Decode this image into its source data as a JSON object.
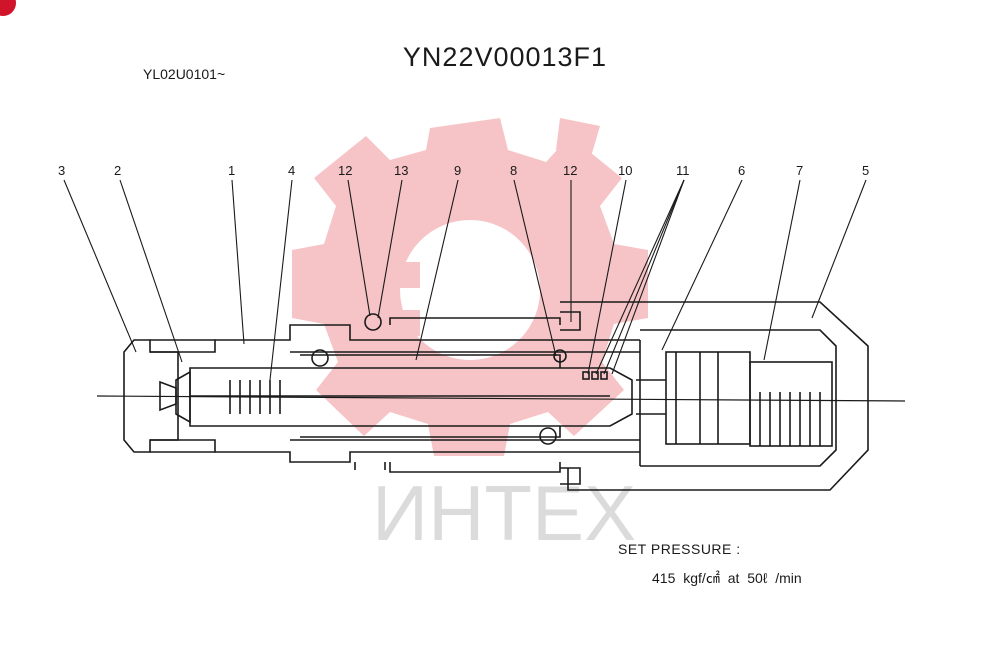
{
  "header": {
    "title": "YN22V00013F1",
    "serial": "YL02U0101~"
  },
  "callouts": [
    "3",
    "2",
    "1",
    "4",
    "12",
    "13",
    "9",
    "8",
    "12",
    "10",
    "11",
    "6",
    "7",
    "5"
  ],
  "notes": {
    "label": "SET PRESSURE :",
    "value": "415 kgf/㎠   at   50ℓ /min"
  },
  "watermark": {
    "text": "ИНТЕХ",
    "color": "#e23b45"
  },
  "colors": {
    "ink": "#1a1a1a",
    "badge": "#d0142a"
  }
}
